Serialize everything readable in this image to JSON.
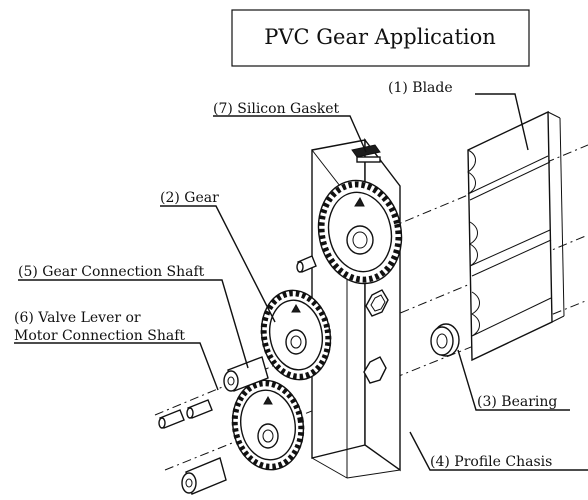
{
  "title": "PVC Gear Application",
  "labels": {
    "blade": "(1) Blade",
    "gear": "(2) Gear",
    "bearing": "(3) Bearing",
    "profile_chassis": "(4) Profile Chasis",
    "gear_connection_shaft": "(5) Gear Connection Shaft",
    "valve_lever_line1": "(6) Valve Lever or",
    "valve_lever_line2": "Motor Connection Shaft",
    "silicon_gasket": "(7) Silicon Gasket"
  }
}
